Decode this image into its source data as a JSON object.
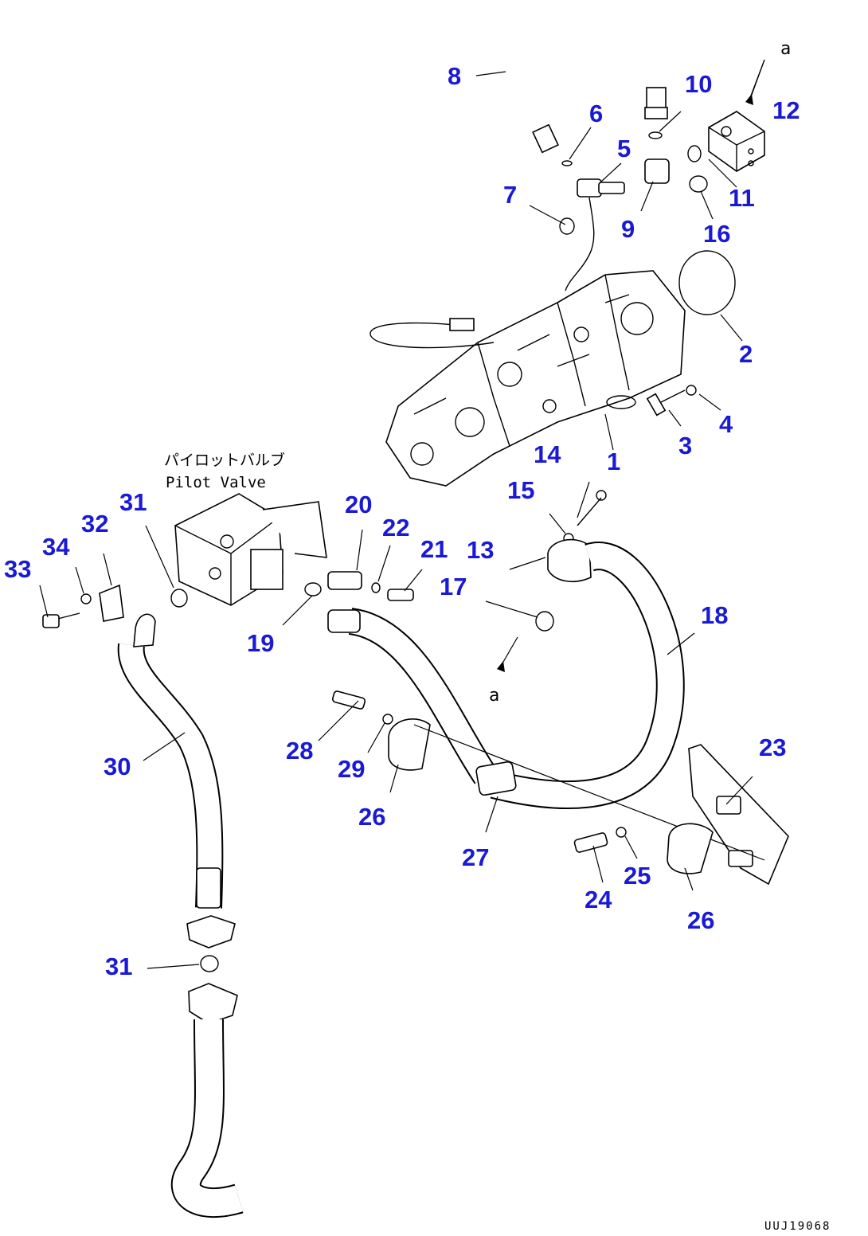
{
  "diagram": {
    "japanese_label": "パイロットバルブ",
    "english_label": "Pilot Valve",
    "reference_letter_top": "a",
    "reference_letter_mid": "a",
    "drawing_code": "UUJ19068"
  },
  "callouts": [
    {
      "id": "c1",
      "text": "1"
    },
    {
      "id": "c2",
      "text": "2"
    },
    {
      "id": "c3",
      "text": "3"
    },
    {
      "id": "c4",
      "text": "4"
    },
    {
      "id": "c5",
      "text": "5"
    },
    {
      "id": "c6",
      "text": "6"
    },
    {
      "id": "c7",
      "text": "7"
    },
    {
      "id": "c8",
      "text": "8"
    },
    {
      "id": "c9",
      "text": "9"
    },
    {
      "id": "c10",
      "text": "10"
    },
    {
      "id": "c11",
      "text": "11"
    },
    {
      "id": "c12",
      "text": "12"
    },
    {
      "id": "c13",
      "text": "13"
    },
    {
      "id": "c14",
      "text": "14"
    },
    {
      "id": "c15",
      "text": "15"
    },
    {
      "id": "c16",
      "text": "16"
    },
    {
      "id": "c17",
      "text": "17"
    },
    {
      "id": "c18",
      "text": "18"
    },
    {
      "id": "c19",
      "text": "19"
    },
    {
      "id": "c20",
      "text": "20"
    },
    {
      "id": "c21",
      "text": "21"
    },
    {
      "id": "c22",
      "text": "22"
    },
    {
      "id": "c23",
      "text": "23"
    },
    {
      "id": "c24",
      "text": "24"
    },
    {
      "id": "c25",
      "text": "25"
    },
    {
      "id": "c26a",
      "text": "26"
    },
    {
      "id": "c26b",
      "text": "26"
    },
    {
      "id": "c27",
      "text": "27"
    },
    {
      "id": "c28",
      "text": "28"
    },
    {
      "id": "c29",
      "text": "29"
    },
    {
      "id": "c30",
      "text": "30"
    },
    {
      "id": "c31a",
      "text": "31"
    },
    {
      "id": "c31b",
      "text": "31"
    },
    {
      "id": "c32",
      "text": "32"
    },
    {
      "id": "c33",
      "text": "33"
    },
    {
      "id": "c34",
      "text": "34"
    }
  ]
}
